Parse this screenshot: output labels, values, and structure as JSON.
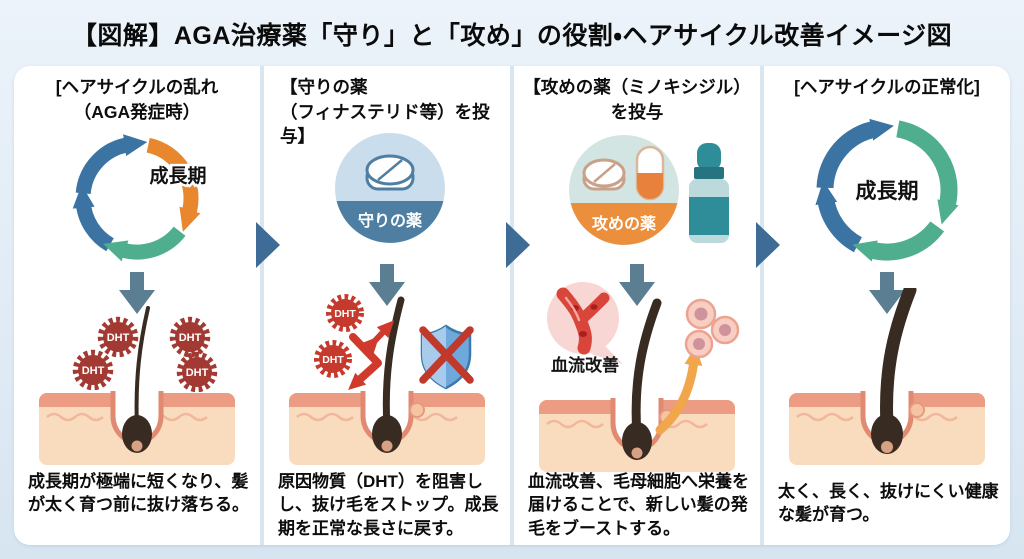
{
  "title": "【図解】AGA治療薬「守り」と「攻め」の役割・ヘアサイクル改善イメージ図",
  "panels": [
    {
      "header_line1": "[ヘアサイクルの乱れ",
      "header_line2": "（AGA発症時）",
      "cycle_label": "成長期",
      "dht_labels": [
        "DHT",
        "DHT",
        "DHT",
        "DHT"
      ],
      "caption": "成長期が極端に短くなり、髪が太く育つ前に抜け落ちる。"
    },
    {
      "header_line1": "【守りの薬",
      "header_line2": "（フィナステリド等）を投与】",
      "badge_label": "守りの薬",
      "dht_labels": [
        "DHT",
        "DHT"
      ],
      "caption": "原因物質（DHT）を阻害しし、抜け毛をストップ。成長期を正常な長さに戻す。"
    },
    {
      "header_line1": "【攻めの薬（ミノキシジル）",
      "header_line2": "を投与",
      "badge_label": "攻めの薬",
      "bubble_label": "血流改善",
      "caption": "血流改善、毛母細胞へ栄養を届けることで、新しい髪の発毛をブーストする。"
    },
    {
      "header_line1": "[ヘアサイクルの正常化]",
      "cycle_label": "成長期",
      "caption": "太く、長く、抜けにくい健康な髪が育つ。"
    }
  ],
  "colors": {
    "background": "#e2ecf5",
    "card": "#ffffff",
    "divider": "#d8e6f1",
    "cycle_blue": "#3b74a3",
    "cycle_green": "#4fae8d",
    "cycle_orange": "#e8872e",
    "down_arrow_gray": "#5b7e93",
    "connector_blue": "#3e6c96",
    "dht_red_dark": "#a23a33",
    "dht_red_bright": "#c63a2e",
    "defense_blue": "#4e7fa3",
    "offense_orange": "#ec8f3d",
    "skin_peach": "#f9dcbd",
    "skin_edge": "#ec9c83",
    "hair_brown": "#382b21"
  }
}
